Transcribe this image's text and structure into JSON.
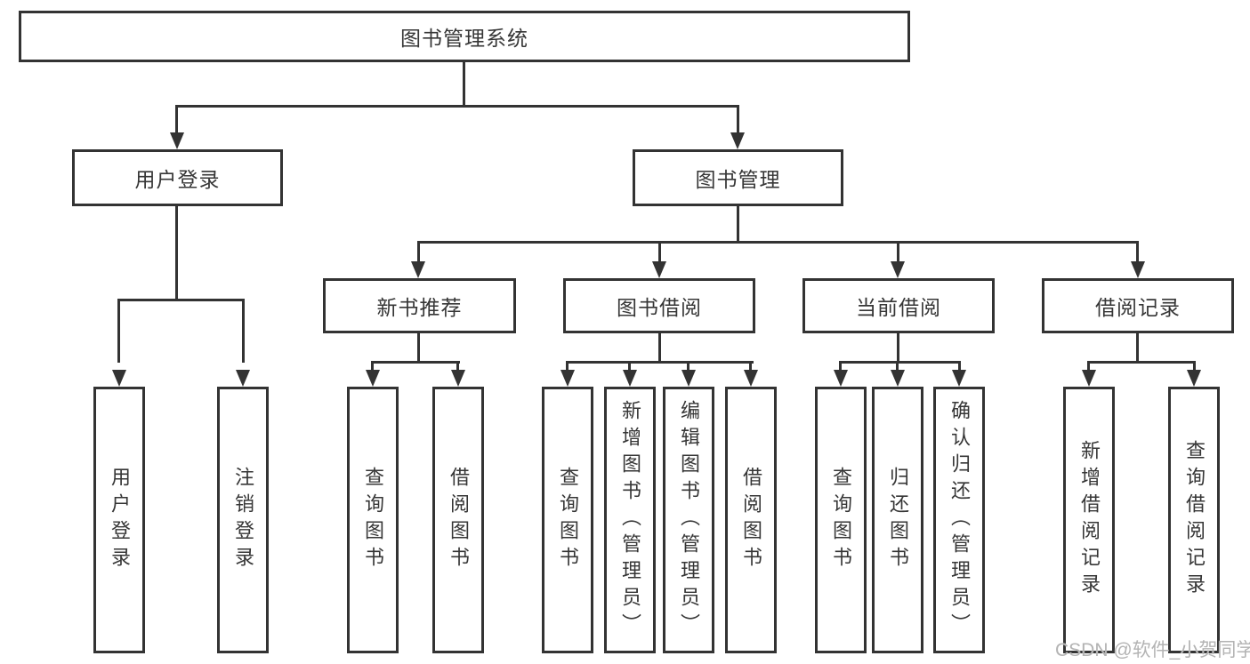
{
  "title": "图书管理系统",
  "watermark": "CSDN @软件_小贺同学",
  "colors": {
    "line": "#333333",
    "text": "#363636",
    "watermark": "#b3b3b3",
    "background": "#ffffff"
  },
  "tree": {
    "root": "图书管理系统",
    "branches": [
      {
        "label": "用户登录",
        "children": [
          "用户登录",
          "注销登录"
        ]
      },
      {
        "label": "图书管理",
        "children": [
          {
            "label": "新书推荐",
            "children": [
              "查询图书",
              "借阅图书"
            ]
          },
          {
            "label": "图书借阅",
            "children": [
              "查询图书",
              "新增图书（管理员）",
              "编辑图书（管理员）",
              "借阅图书"
            ]
          },
          {
            "label": "当前借阅",
            "children": [
              "查询图书",
              "归还图书",
              "确认归还（管理员）"
            ]
          },
          {
            "label": "借阅记录",
            "children": [
              "新增借阅记录",
              "查询借阅记录"
            ]
          }
        ]
      }
    ]
  }
}
